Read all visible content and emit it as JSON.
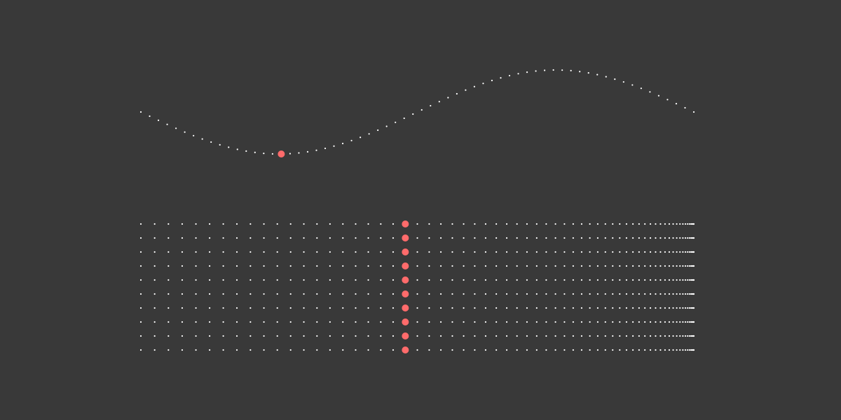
{
  "colors": {
    "background": "#393939",
    "dot": "#ffffff",
    "highlight": "#ff6b6b"
  },
  "wave": {
    "point_count": 64,
    "cycles": 1,
    "phase_deg": 0,
    "highlight_index": 16
  },
  "grid": {
    "rows": 10,
    "columns": 64,
    "highlight_column": 20,
    "spacing": "easing"
  }
}
